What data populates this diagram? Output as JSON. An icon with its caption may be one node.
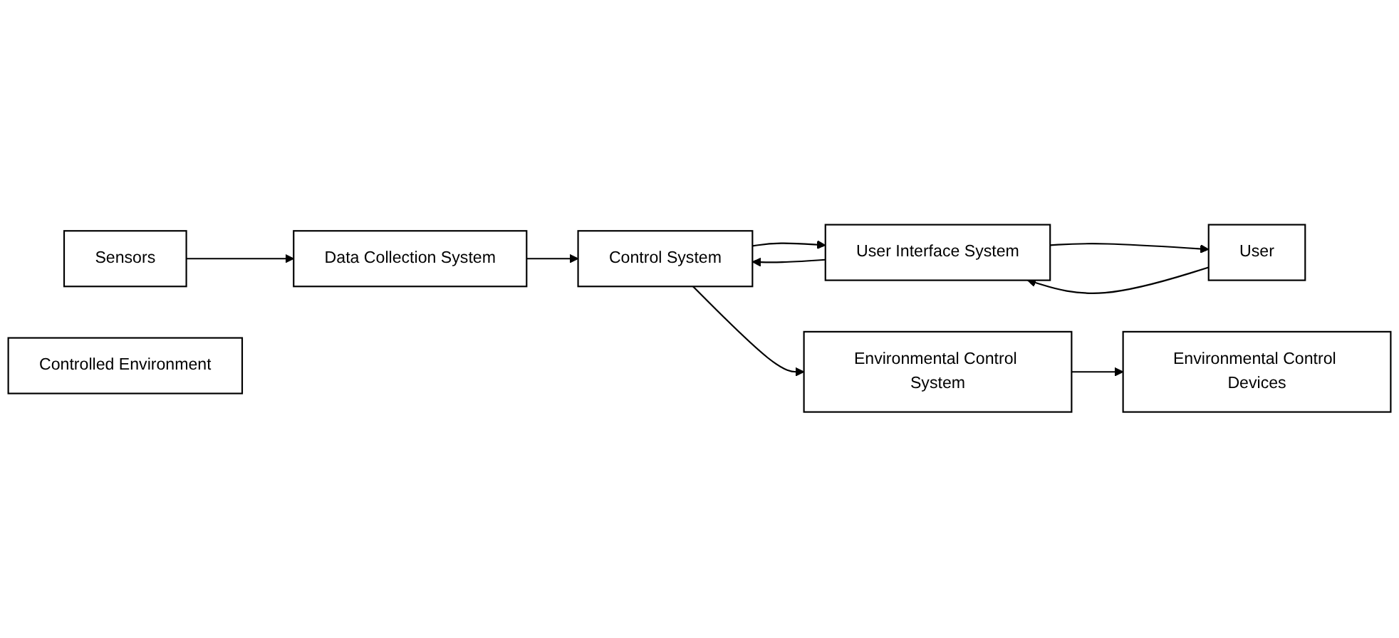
{
  "diagram": {
    "nodes": [
      {
        "text": [
          "Control System"
        ]
      },
      {
        "text": [
          "User Interface System"
        ]
      },
      {
        "text": [
          "User"
        ]
      },
      {
        "text": [
          "Data Collection System"
        ]
      },
      {
        "text": [
          "Sensors"
        ]
      },
      {
        "text": [
          "Controlled Environment"
        ]
      },
      {
        "text": [
          "Environmental Control Devices"
        ]
      },
      {
        "text": [
          "Environmental Control System"
        ]
      }
    ],
    "edges": [
      {
        "from": 0,
        "to": 1,
        "arrow": "to"
      },
      {
        "from": 1,
        "to": 0,
        "arrow": "to"
      },
      {
        "from": 2,
        "to": 1,
        "arrow": "to"
      },
      {
        "from": 1,
        "to": 2,
        "arrow": "to"
      },
      {
        "from": 0,
        "to": 7,
        "arrow": "to"
      },
      {
        "from": 3,
        "to": 0,
        "arrow": "to"
      },
      {
        "from": 4,
        "to": 3,
        "arrow": "to"
      },
      {
        "from": 7,
        "to": 6,
        "arrow": "to"
      }
    ]
  }
}
